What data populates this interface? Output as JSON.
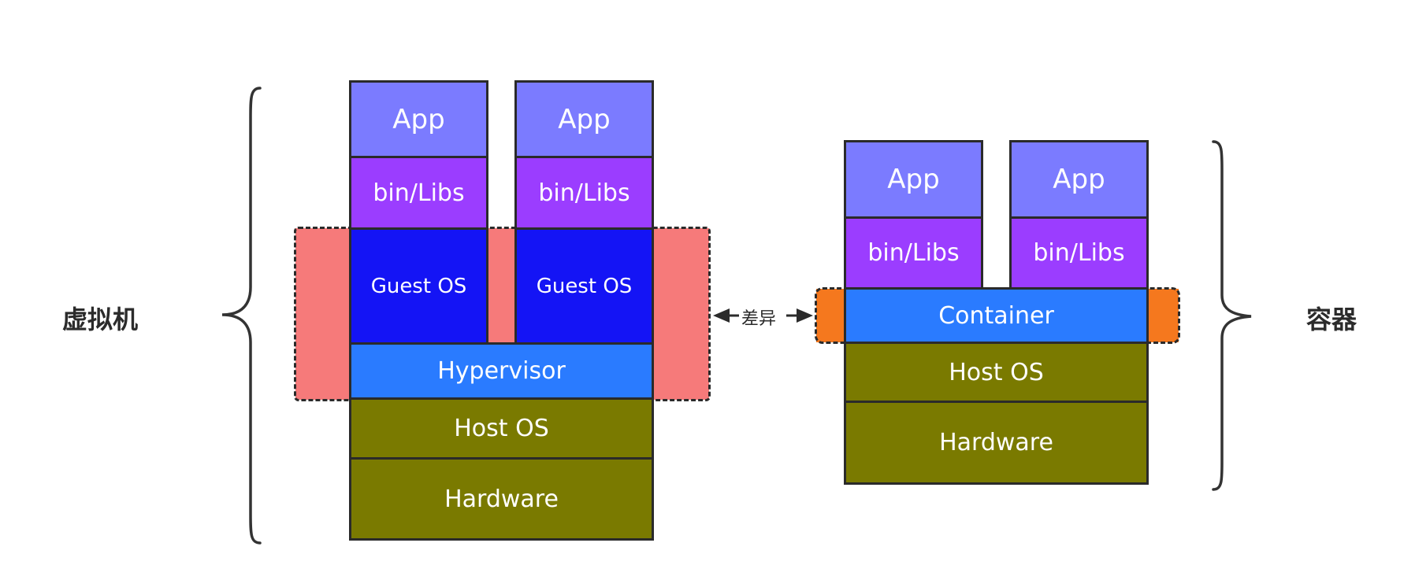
{
  "vm": {
    "label": "虚拟机",
    "app_1": "App",
    "app_2": "App",
    "libs_1": "bin/Libs",
    "libs_2": "bin/Libs",
    "guest_os_1": "Guest OS",
    "guest_os_2": "Guest OS",
    "hypervisor": "Hypervisor",
    "host_os": "Host OS",
    "hardware": "Hardware"
  },
  "container": {
    "label": "容器",
    "app_1": "App",
    "app_2": "App",
    "libs_1": "bin/Libs",
    "libs_2": "bin/Libs",
    "container": "Container",
    "host_os": "Host OS",
    "hardware": "Hardware"
  },
  "difference_label": "差异",
  "colors": {
    "app": "#7b7bff",
    "libs": "#9b3dff",
    "guest_os": "#1414f5",
    "hypervisor_container": "#2a7bff",
    "host_hardware": "#7a7a00",
    "vm_difference_highlight": "#f67a7a",
    "container_difference_highlight": "#f5781e"
  }
}
